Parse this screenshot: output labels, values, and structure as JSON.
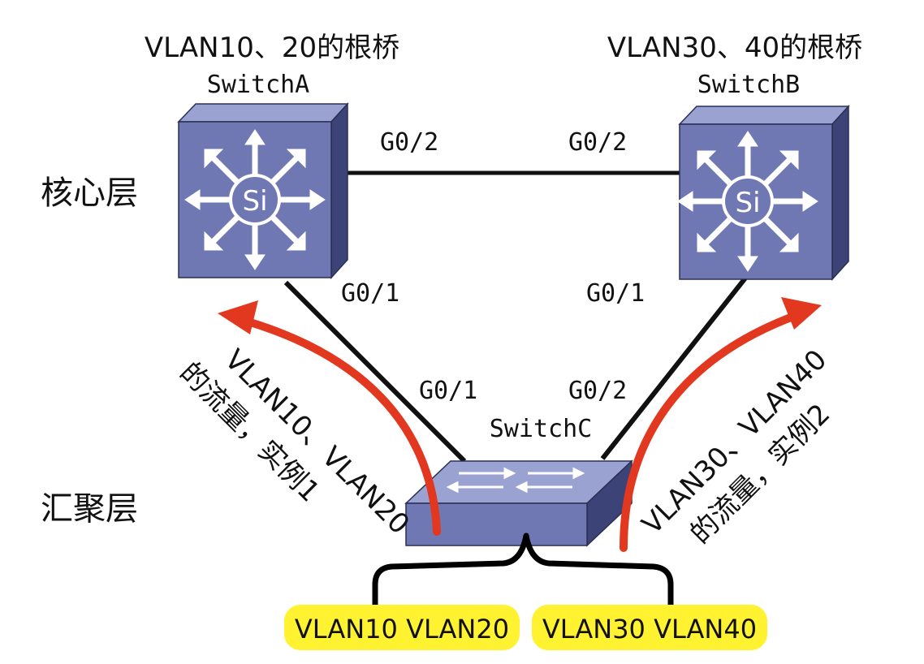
{
  "title_left": "VLAN10、20的根桥",
  "title_right": "VLAN30、40的根桥",
  "switch_a": {
    "name": "SwitchA",
    "symbol": "Si"
  },
  "switch_b": {
    "name": "SwitchB",
    "symbol": "Si"
  },
  "switch_c": {
    "name": "SwitchC"
  },
  "layers": {
    "core": "核心层",
    "aggregation": "汇聚层"
  },
  "ports": {
    "a_to_b": "G0/2",
    "b_to_a": "G0/2",
    "a_down": "G0/1",
    "b_down": "G0/1",
    "c_left": "G0/1",
    "c_right": "G0/2"
  },
  "flows": {
    "left_line1": "VLAN10、VLAN20",
    "left_line2": "的流量，实例1",
    "right_line1": "VLAN30、VLAN40",
    "right_line2": "的流量，实例2"
  },
  "vlan_groups": {
    "left": "VLAN10 VLAN20",
    "right": "VLAN30 VLAN40"
  },
  "colors": {
    "switch_face": "#6f78b3",
    "switch_side": "#3c4477",
    "switch_top": "#9aa2d2",
    "arrow_red": "#e2381f",
    "highlight": "#fff230",
    "icon_white": "#ffffff"
  }
}
